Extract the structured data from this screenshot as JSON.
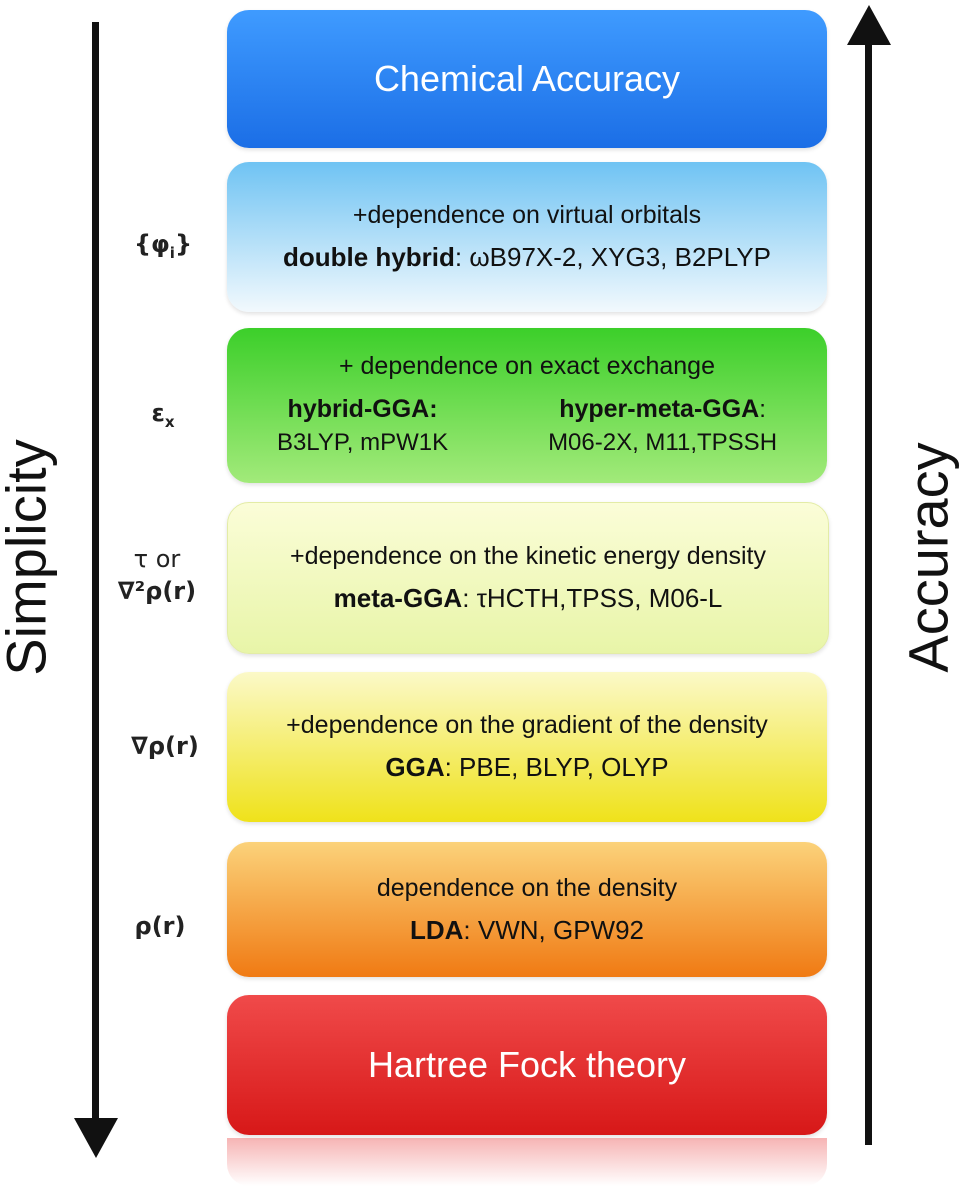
{
  "axes": {
    "left_label": "Simplicity",
    "right_label": "Accuracy"
  },
  "side_labels": [
    {
      "key": "phi",
      "html_main": "{φ",
      "sub": "i",
      "tail": "}"
    },
    {
      "key": "eps",
      "html_main": "ε",
      "sub": "x",
      "tail": ""
    },
    {
      "key": "tau",
      "line1": "τ or",
      "line2": "∇²ρ(r)"
    },
    {
      "key": "grad",
      "text": "∇ρ(r)"
    },
    {
      "key": "rho",
      "text": "ρ(r)"
    }
  ],
  "rungs": {
    "chemical": {
      "title": "Chemical Accuracy",
      "color_top": "#3f9bff",
      "color_bottom": "#1b6ee6"
    },
    "double_hybrid": {
      "line1": "+dependence on virtual orbitals",
      "name": "double hybrid",
      "examples": ": ωB97X-2, XYG3, B2PLYP",
      "color_top": "#6fc3f3",
      "color_bottom": "#f2f9fd"
    },
    "hybrid": {
      "line1": "+ dependence on exact exchange",
      "left_name": "hybrid-GGA:",
      "left_examples": "B3LYP, mPW1K",
      "right_name": "hyper-meta-GGA",
      "right_colon": ":",
      "right_examples": "M06-2X, M11,TPSSH",
      "color_top": "#3ccf2a",
      "color_bottom": "#a2ea7a"
    },
    "meta": {
      "line1": "+dependence on the kinetic energy density",
      "name": "meta-GGA",
      "examples": ": τHCTH,TPSS, M06-L",
      "color_top": "#fbfdd8",
      "color_bottom": "#e8f5a8"
    },
    "gga": {
      "line1": "+dependence on the gradient of the density",
      "name": "GGA",
      "examples": ": PBE, BLYP, OLYP",
      "color_top": "#fbf9c8",
      "color_bottom": "#efe21a"
    },
    "lda": {
      "line1": "dependence on the density",
      "name": "LDA",
      "examples": ": VWN, GPW92",
      "color_top": "#fbd27a",
      "color_bottom": "#f07a13"
    },
    "hf": {
      "title": "Hartree Fock theory",
      "color_top": "#f04a4a",
      "color_bottom": "#d71818"
    }
  }
}
